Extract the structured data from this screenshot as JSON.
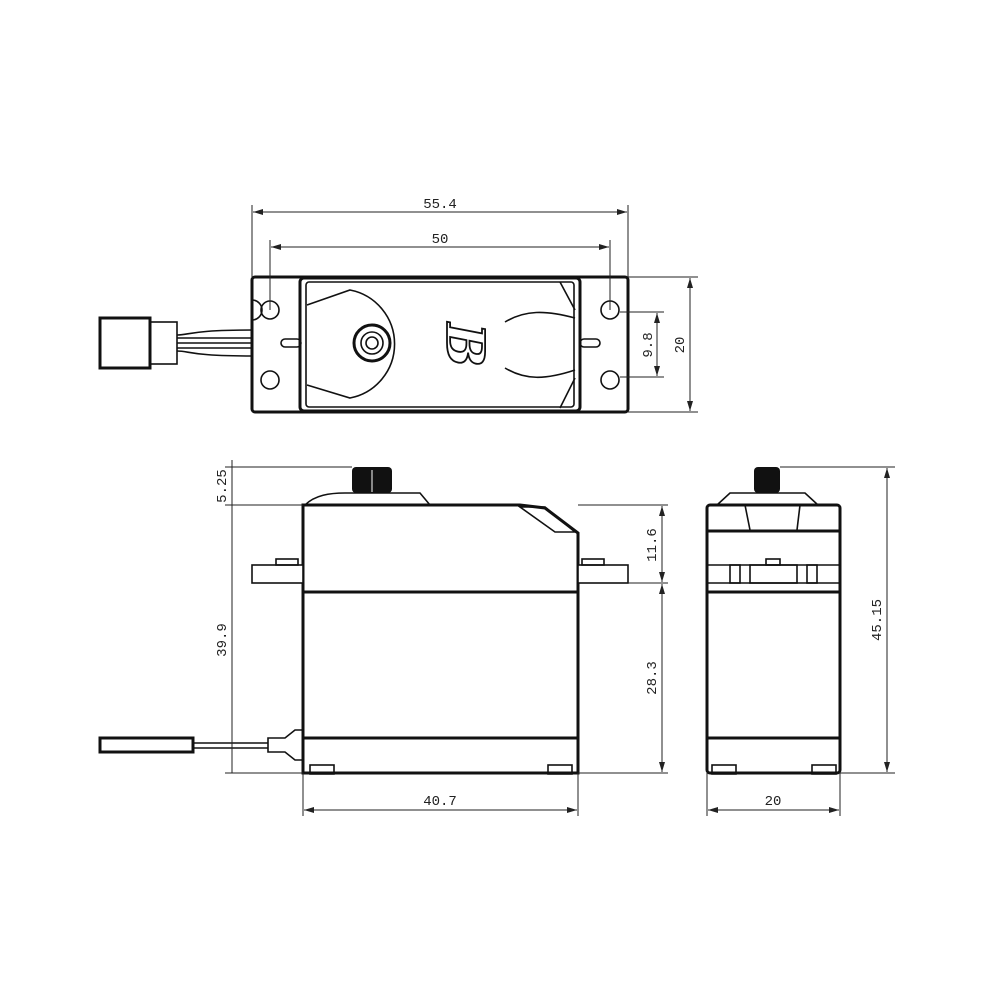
{
  "title": "Servo dimension drawing",
  "logo_text": "B",
  "dimensions": {
    "top_overall_length": "55.4",
    "top_hole_spacing": "50",
    "top_width": "20",
    "top_hole_pitch": "9.8",
    "front_horn_height": "5.25",
    "front_body_height": "39.9",
    "front_upper_height": "11.6",
    "front_lower_height": "28.3",
    "front_width": "40.7",
    "side_total_height": "45.15",
    "side_width": "20"
  },
  "colors": {
    "line": "#111111",
    "background": "#ffffff"
  }
}
